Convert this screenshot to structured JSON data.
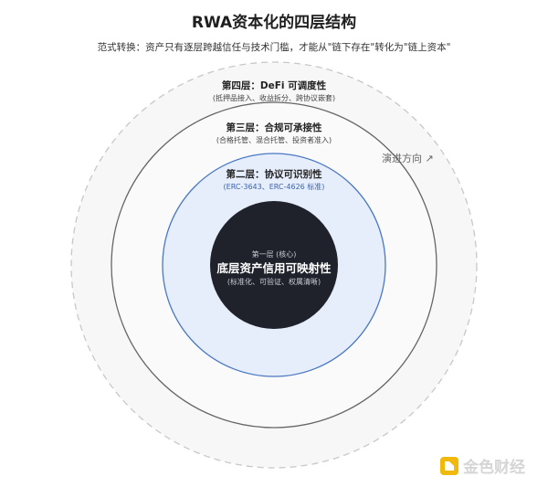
{
  "title": "RWA资本化的四层结构",
  "subtitle": "范式转换：资产只有逐层跨越信任与技术门槛，才能从\"链下存在\"转化为\"链上资本\"",
  "layers": [
    {
      "title": "第四层：DeFi 可调度性",
      "subtitle": "(抵押品接入、收益拆分、跨协议嵌套)"
    },
    {
      "title": "第三层：合规可承接性",
      "subtitle": "(合格托管、混合托管、投资者准入)"
    },
    {
      "title": "第二层：协议可识别性",
      "subtitle": "(ERC-3643、ERC-4626 标准)"
    }
  ],
  "core": {
    "label": "第一层 (核心)",
    "title": "底层资产信用可映射性",
    "subtitle": "(标准化、可验证、权属清晰)"
  },
  "direction": "演进方向 ↗",
  "watermark": {
    "text": "金色财经"
  },
  "colors": {
    "outer_dash": "#c8c8c8",
    "outer_fill": "#f7f7f8",
    "layer3_stroke": "#666666",
    "layer3_fill": "#fafafa",
    "layer2_stroke": "#4a78c2",
    "layer2_fill": "#e6eefb",
    "core_fill": "#1f222b",
    "watermark_gold": "#f0b90b"
  }
}
